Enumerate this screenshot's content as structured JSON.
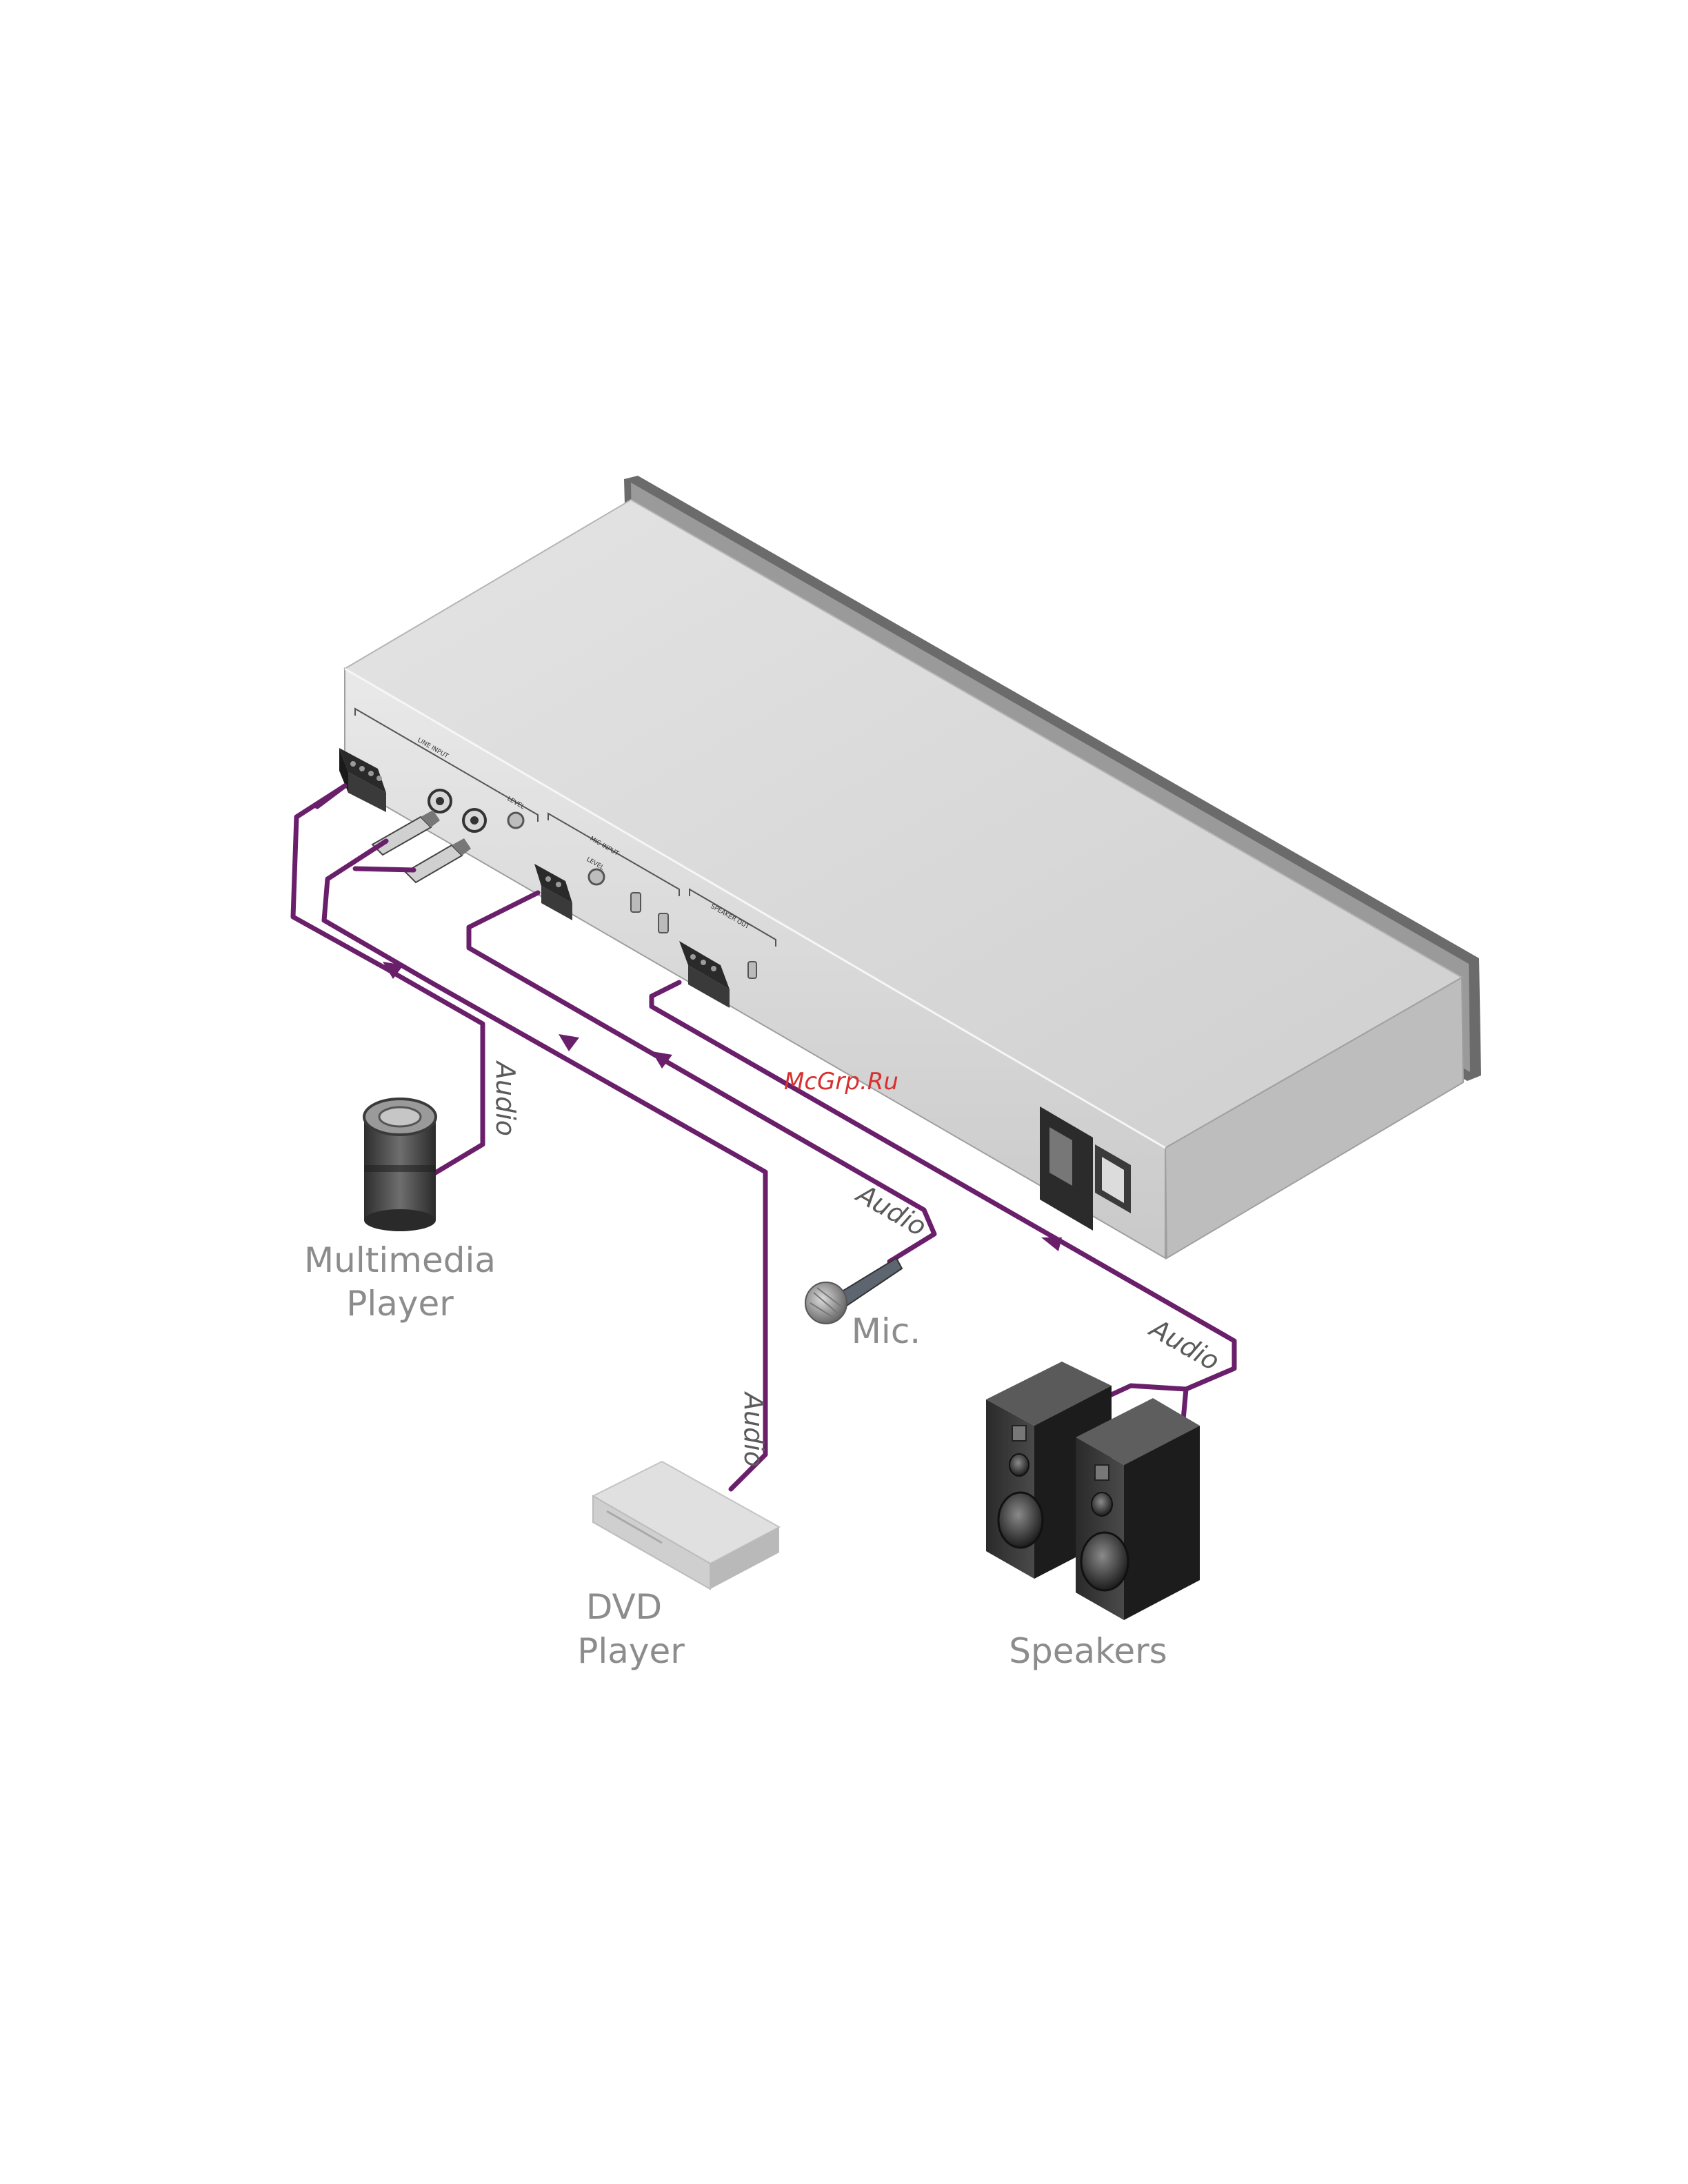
{
  "watermark": "McGrp.Ru",
  "device": {
    "panel_labels": {
      "line_input": "LINE INPUT",
      "mic_input": "MIC INPUT",
      "speaker_out": "SPEAKER OUT",
      "level": "LEVEL",
      "mic_level": "LEVEL"
    }
  },
  "devices": {
    "multimedia_player": {
      "line1": "Multimedia",
      "line2": "Player"
    },
    "mic": {
      "label": "Mic."
    },
    "dvd_player": {
      "line1": "DVD",
      "line2": "Player"
    },
    "speakers": {
      "label": "Speakers"
    }
  },
  "cables": {
    "multimedia_audio": "Audio",
    "mic_audio": "Audio",
    "dvd_audio": "Audio",
    "speaker_audio": "Audio"
  },
  "colors": {
    "cable": "#6a1f6a",
    "label": "#8c8c8c",
    "device_body": "#d6d6d6",
    "watermark": "#d83030"
  }
}
